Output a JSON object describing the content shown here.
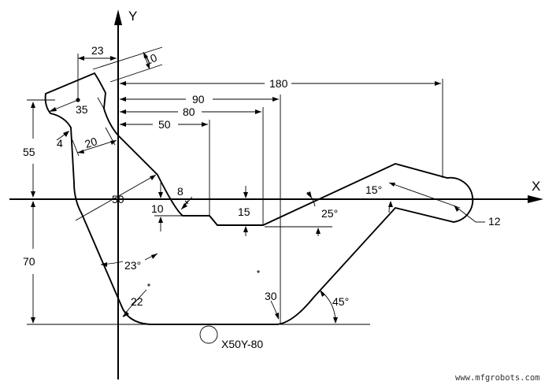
{
  "axes": {
    "x_label": "X",
    "y_label": "Y"
  },
  "dimensions": {
    "d23": "23",
    "d10_top": "10",
    "d180": "180",
    "d90": "90",
    "d80": "80",
    "d50": "50",
    "d35": "35",
    "d55": "55",
    "d4": "4",
    "d20": "20",
    "d8": "8",
    "d50_center": "50",
    "d10_step": "10",
    "d15_step": "15",
    "d15_angle": "15°",
    "d25_angle": "25°",
    "d12": "12",
    "d70": "70",
    "d23_angle": "23°",
    "d22": "22",
    "d30": "30",
    "d45_angle": "45°"
  },
  "start_point_label": "X50Y-80",
  "watermark": "www.mfgrobots.com"
}
